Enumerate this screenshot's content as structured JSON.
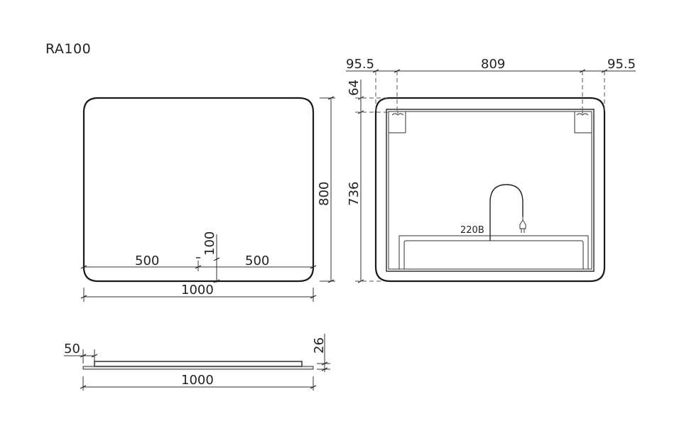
{
  "title": "RA100",
  "front_view": {
    "width_label": "1000",
    "height_label": "800",
    "left_half_label": "500",
    "right_half_label": "500",
    "strip_offset_label": "100"
  },
  "back_view": {
    "left_margin_label": "95.5",
    "center_span_label": "809",
    "right_margin_label": "95.5",
    "top_offset_label": "64",
    "inner_height_label": "736",
    "voltage_label": "220B"
  },
  "side_view": {
    "width_label": "1000",
    "inset_label": "50",
    "depth_label": "26"
  }
}
